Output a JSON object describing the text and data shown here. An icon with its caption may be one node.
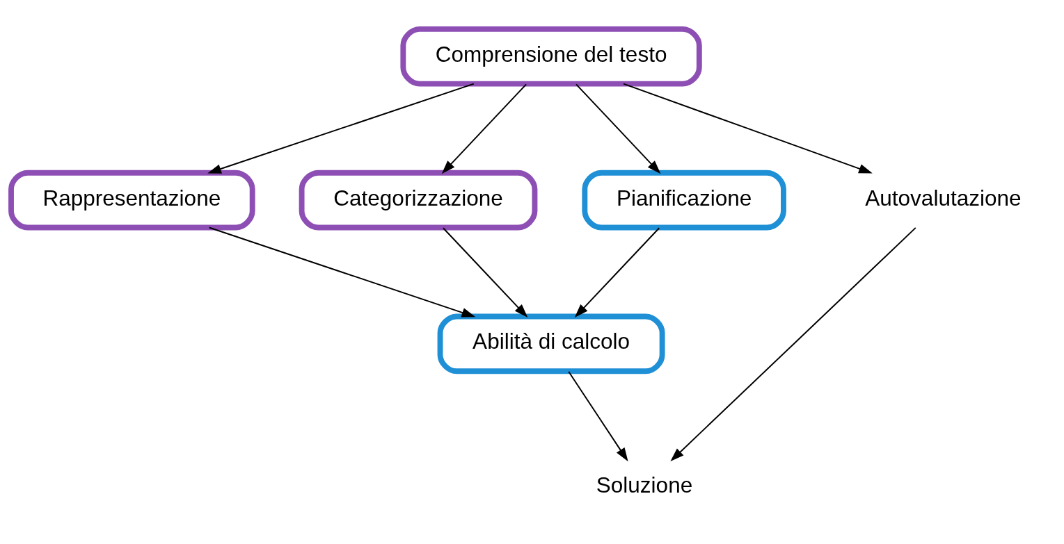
{
  "diagram": {
    "nodes": [
      {
        "text": [
          "Comprensione del testo"
        ]
      },
      {
        "text": [
          "Rappresentazione"
        ]
      },
      {
        "text": [
          "Categorizzazione"
        ]
      },
      {
        "text": [
          "Pianificazione"
        ]
      },
      {
        "text": [
          "Autovalutazione"
        ]
      },
      {
        "text": [
          "Abilità di calcolo"
        ]
      },
      {
        "text": [
          "Soluzione"
        ]
      }
    ],
    "edges": [
      {
        "from": 0,
        "to": 1,
        "arrow": "to"
      },
      {
        "from": 0,
        "to": 2,
        "arrow": "to"
      },
      {
        "from": 0,
        "to": 3,
        "arrow": "to"
      },
      {
        "from": 0,
        "to": 4,
        "arrow": "to"
      },
      {
        "from": 1,
        "to": 5,
        "arrow": "to"
      },
      {
        "from": 2,
        "to": 5,
        "arrow": "to"
      },
      {
        "from": 3,
        "to": 5,
        "arrow": "to"
      },
      {
        "from": 5,
        "to": 6,
        "arrow": "to"
      },
      {
        "from": 4,
        "to": 6,
        "arrow": "to"
      }
    ]
  }
}
